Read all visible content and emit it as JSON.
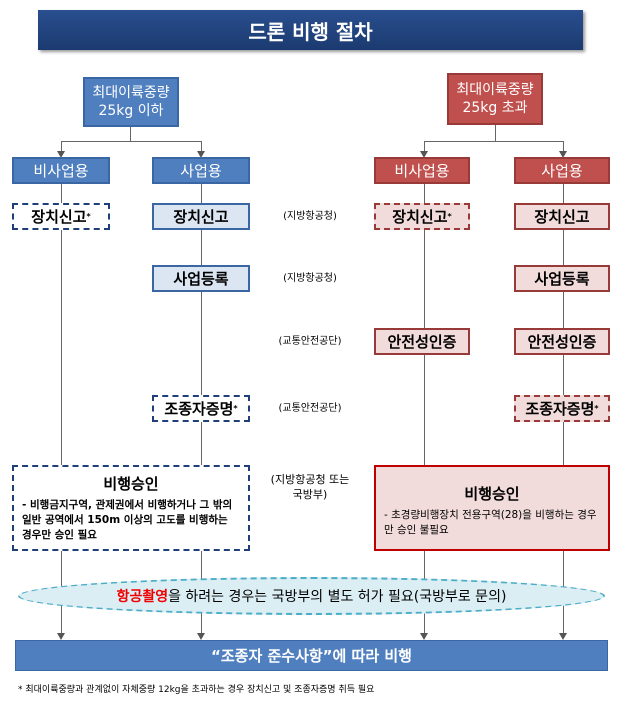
{
  "title": "드론 비행 절차",
  "left": {
    "header_line1": "최대이륙중량",
    "header_line2": "25kg 이하",
    "non_commercial": "비사업용",
    "commercial": "사업용",
    "device_report": "장치신고",
    "business_registration": "사업등록",
    "pilot_cert": "조종자증명",
    "approval_title": "비행승인",
    "approval_desc": "- 비행금지구역, 관제권에서 비행하거나 그 밖의 일반 공역에서 150m 이상의 고도를 비행하는 경우만 승인 필요"
  },
  "right": {
    "header_line1": "최대이륙중량",
    "header_line2": "25kg 초과",
    "non_commercial": "비사업용",
    "commercial": "사업용",
    "device_report": "장치신고",
    "business_registration": "사업등록",
    "safety_cert": "안전성인증",
    "pilot_cert": "조종자증명",
    "approval_title": "비행승인",
    "approval_desc": "- 초경량비행장치 전용구역(28)을 비행하는 경우만 승인 불필요"
  },
  "asterisk": "*",
  "agencies": {
    "row1": "(지방항공청)",
    "row2": "(지방항공청)",
    "row3": "(교통안전공단)",
    "row4": "(교통안전공단)",
    "row5": "(지방항공청 또는 국방부)"
  },
  "aerial": {
    "highlight": "항공촬영",
    "rest": "을 하려는 경우는 국방부의 별도 허가 필요(국방부로 문의)"
  },
  "bottom": "“조종자 준수사항”에 따라 비행",
  "footnote": "* 최대이륙중량과 관계없이 자체중량 12kg을 초과하는 경우 장치신고 및 조종자증명 취득 필요",
  "colors": {
    "blue": "#4f7fbf",
    "red": "#c0504d",
    "title": "#1f3f7a"
  }
}
